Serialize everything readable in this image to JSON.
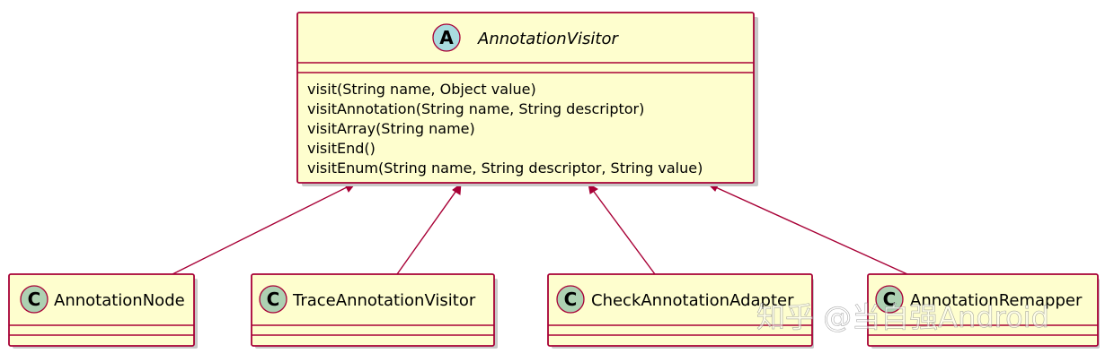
{
  "diagram": {
    "colors": {
      "box_fill": "#FEFECE",
      "border": "#A80036",
      "abstract_circle": "#A9DCDF",
      "class_circle": "#ADD1B2"
    },
    "parent": {
      "stereotype": "A",
      "name": "AnnotationVisitor",
      "methods": [
        "visit(String name, Object value)",
        "visitAnnotation(String name, String descriptor)",
        "visitArray(String name)",
        "visitEnd()",
        "visitEnum(String name, String descriptor, String value)"
      ]
    },
    "children": [
      {
        "stereotype": "C",
        "name": "AnnotationNode"
      },
      {
        "stereotype": "C",
        "name": "TraceAnnotationVisitor"
      },
      {
        "stereotype": "C",
        "name": "CheckAnnotationAdapter"
      },
      {
        "stereotype": "C",
        "name": "AnnotationRemapper"
      }
    ]
  },
  "watermark": {
    "text": "知乎 @当自强Android"
  }
}
